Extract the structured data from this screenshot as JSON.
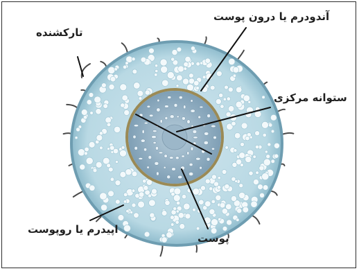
{
  "labels": {
    "root_hair": "تارکشنده",
    "endodermis": "آندودرم یا درون پوست",
    "stele": "ستوانه مرکزی",
    "epidermis": "اپیدرم یا روپوست",
    "cortex": "پوست"
  },
  "colors": {
    "cortex_fill": "#b9d9e4",
    "cortex_cells": "#eef7fa",
    "epidermis_ring": "#6e9db1",
    "endodermis_ring": "#9b8a55",
    "stele_fill": "#88a9bf",
    "stele_inner": "#a8c2d2",
    "xylem": "#e8f1f6",
    "leader_line": "#111111",
    "frame": "#2b2b2b"
  }
}
